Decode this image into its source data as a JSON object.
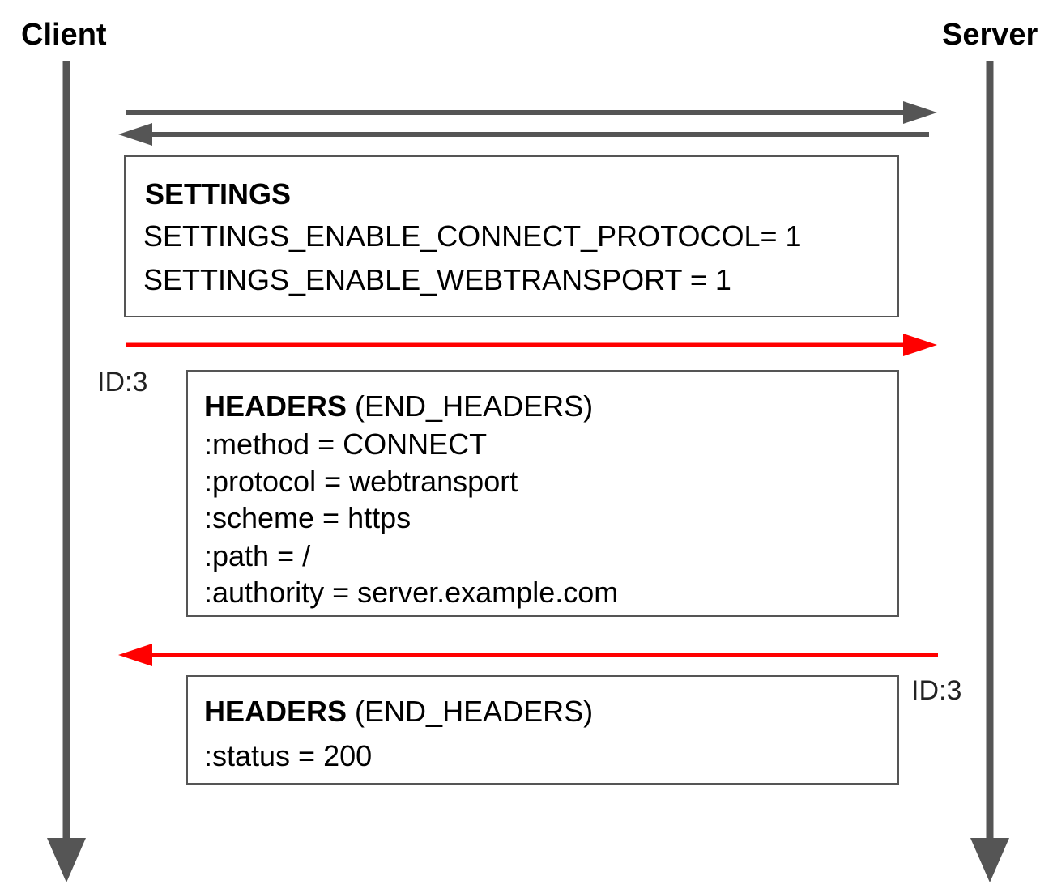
{
  "actors": {
    "client": "Client",
    "server": "Server"
  },
  "colors": {
    "lifeline": "#555555",
    "control_arrow": "#555555",
    "request_arrow": "#ff0000",
    "box_border": "#555555"
  },
  "settings_frame": {
    "title": "SETTINGS",
    "lines": [
      "SETTINGS_ENABLE_CONNECT_PROTOCOL= 1",
      "SETTINGS_ENABLE_WEBTRANSPORT = 1"
    ]
  },
  "request": {
    "stream_id": "ID:3",
    "frame_type": "HEADERS",
    "flags": "(END_HEADERS)",
    "lines": [
      ":method = CONNECT",
      ":protocol = webtransport",
      ":scheme = https",
      ":path = /",
      ":authority = server.example.com"
    ]
  },
  "response": {
    "stream_id": "ID:3",
    "frame_type": "HEADERS",
    "flags": "(END_HEADERS)",
    "lines": [
      ":status = 200"
    ]
  }
}
